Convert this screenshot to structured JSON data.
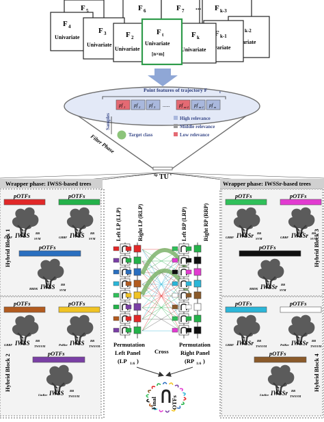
{
  "cards": [
    {
      "label": "F",
      "sub": "5",
      "extra": ""
    },
    {
      "label": "F",
      "sub": "6",
      "extra": ""
    },
    {
      "label": "F",
      "sub": "7",
      "extra": ""
    },
    {
      "label": "...",
      "sub": "",
      "extra": ""
    },
    {
      "label": "F",
      "sub": "k-3",
      "extra": ""
    },
    {
      "label": "F",
      "sub": "4",
      "extra": "Univariate"
    },
    {
      "label": "F",
      "sub": "3",
      "extra": "Univariate"
    },
    {
      "label": "F",
      "sub": "2",
      "extra": "Univariate"
    },
    {
      "label": "F",
      "sub": "t",
      "extra": "Univariate"
    },
    {
      "label": "F",
      "sub": "k",
      "extra": "Univariate"
    },
    {
      "label": "F",
      "sub": "k-1",
      "extra": "Univariate"
    },
    {
      "label": "F",
      "sub": "k-2",
      "extra": "Univariate"
    }
  ],
  "card_dim": "[n×m]",
  "filter": {
    "point_features_title": "Point features of trajectory F",
    "point_features_sub": "t",
    "samples": "Samples",
    "pf_cells": [
      "pf",
      "pf",
      "pf",
      "......",
      "pf",
      "pf",
      "pf"
    ],
    "pf_subs": [
      "1",
      "2",
      "3",
      "",
      "m-2",
      "m-1",
      "m"
    ],
    "target_class": "Target class",
    "legend": [
      "High relevance",
      "Middle relevance",
      "Low relevance"
    ],
    "phase": "Filter Phase"
  },
  "sptu": {
    "pre": "Sp",
    "main": "TU",
    "sup": "t"
  },
  "wrapper_left": "Wrapper phase: IWSS-based trees",
  "wrapper_right": "Wrapper phase: IWSSr-based trees",
  "potfs": "pOTFs",
  "hybrid_blocks": [
    "Hybrid Block 1",
    "Hybrid Block 2",
    "Hybrid Block 3",
    "Hybrid Block 4"
  ],
  "trees": {
    "block1": [
      {
        "pre": "SU",
        "sub1": "GRBF",
        "name": "IWSS",
        "sup": "RB",
        "sub2": "SVM"
      },
      {
        "pre": "DTW",
        "sub1": "GRBF",
        "name": "IWSS",
        "sup": "RB",
        "sub2": "SVM"
      },
      {
        "pre": "SU",
        "sub1": "RBDK",
        "name": "IWSS",
        "sup": "RB",
        "sub2": "SVM"
      }
    ],
    "block2": [
      {
        "pre": "SU",
        "sub1": "GRBF",
        "name": "IWSS",
        "sup": "RB",
        "sub2": "TWSVM"
      },
      {
        "pre": "SU",
        "sub1": "PolKer",
        "name": "IWSS",
        "sup": "RB",
        "sub2": "TWSVM"
      },
      {
        "pre": "SU",
        "sub1": "LinKer",
        "name": "IWSS",
        "sup": "RB",
        "sub2": "TWSVM"
      }
    ],
    "block3": [
      {
        "pre": "SU",
        "sub1": "GRBF",
        "name": "IWSSr",
        "sup": "RB",
        "sub2": "SVM"
      },
      {
        "pre": "DTW",
        "sub1": "GRBF",
        "name": "IWSSr",
        "sup": "RB",
        "sub2": "SVM"
      },
      {
        "pre": "SU",
        "sub1": "RBDK",
        "name": "IWSSr",
        "sup": "RB",
        "sub2": "SVM"
      }
    ],
    "block4": [
      {
        "pre": "SU",
        "sub1": "GRBF",
        "name": "IWSSr",
        "sup": "RB",
        "sub2": "TWSVM"
      },
      {
        "pre": "SU",
        "sub1": "PolKer",
        "name": "IWSSr",
        "sup": "RB",
        "sub2": "TWSVM"
      },
      {
        "pre": "SU",
        "sub1": "LinKer",
        "name": "IWSSr",
        "sup": "RB",
        "sub2": "TWSVM"
      }
    ]
  },
  "center": {
    "left_lp": "Left LP (LLP)",
    "right_lp": "Right LP (RLP)",
    "left_rp": "Left RP (LRP)",
    "right_rp": "Right RP (RRP)",
    "permutation": "Permutation",
    "cross": "Cross",
    "left_panel": "Left Panel",
    "left_panel_sub": "(LP",
    "left_panel_sub2": "1:6",
    "right_panel": "Right Panel",
    "right_panel_sub": "(RP",
    "right_panel_sub2": "1:6",
    "final": "Final",
    "otfs": "OTFs"
  },
  "colors": {
    "card_highlight": "#2e9b4a",
    "arrow": "#8fa7d6",
    "funnel": "#e3e9f7",
    "pf_low": "#e46a73",
    "pf_mid": "#9a9a9a",
    "pf_high": "#a9b8dd",
    "target": "#8cc47a",
    "header_gray": "#d0d0d0"
  }
}
